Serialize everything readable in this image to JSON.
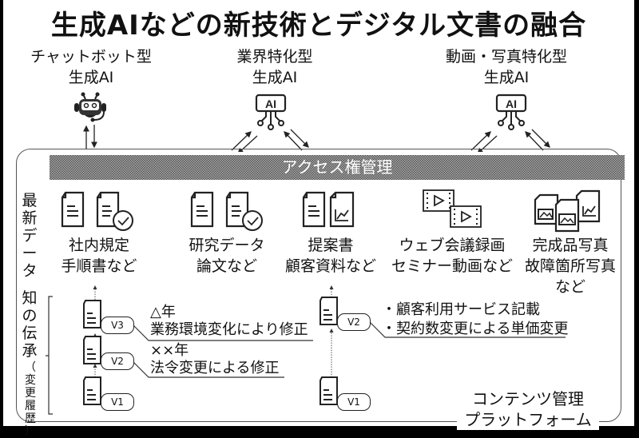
{
  "title": "生成AIなどの新技術とデジタル文書の融合",
  "ai_sources": [
    {
      "line1": "チャットボット型",
      "line2": "生成AI",
      "icon": "chatbot-robot-icon"
    },
    {
      "line1": "業界特化型",
      "line2": "生成AI",
      "icon": "ai-chip-icon"
    },
    {
      "line1": "動画・写真特化型",
      "line2": "生成AI",
      "icon": "ai-chip-icon"
    }
  ],
  "access_bar": "アクセス権管理",
  "section_latest": "最新データ",
  "section_knowledge": "知の伝承",
  "section_knowledge_sub": "（変更履歴）",
  "documents": [
    {
      "line1": "社内規定",
      "line2": "手順書など",
      "icon": "document-approved-icon"
    },
    {
      "line1": "研究データ",
      "line2": "論文など",
      "icon": "document-approved-icon"
    },
    {
      "line1": "提案書",
      "line2": "顧客資料など",
      "icon": "document-chart-icon"
    },
    {
      "line1": "ウェブ会議録画",
      "line2": "セミナー動画など",
      "icon": "video-files-icon"
    },
    {
      "line1": "完成品写真",
      "line2": "故障箇所写真",
      "line3": "など",
      "icon": "photo-files-icon"
    }
  ],
  "history_left": {
    "versions": [
      "V3",
      "V2",
      "V1"
    ],
    "notes": [
      {
        "line1": "△年",
        "line2": "業務環境変化により修正"
      },
      {
        "line1": "××年",
        "line2": "法令変更による修正"
      }
    ]
  },
  "history_right": {
    "versions": [
      "V2",
      "V1"
    ],
    "notes": [
      {
        "line1": "・顧客利用サービス記載",
        "line2": "・契約数変更による単価変更"
      }
    ]
  },
  "platform_label": {
    "line1": "コンテンツ管理",
    "line2": "プラットフォーム"
  }
}
